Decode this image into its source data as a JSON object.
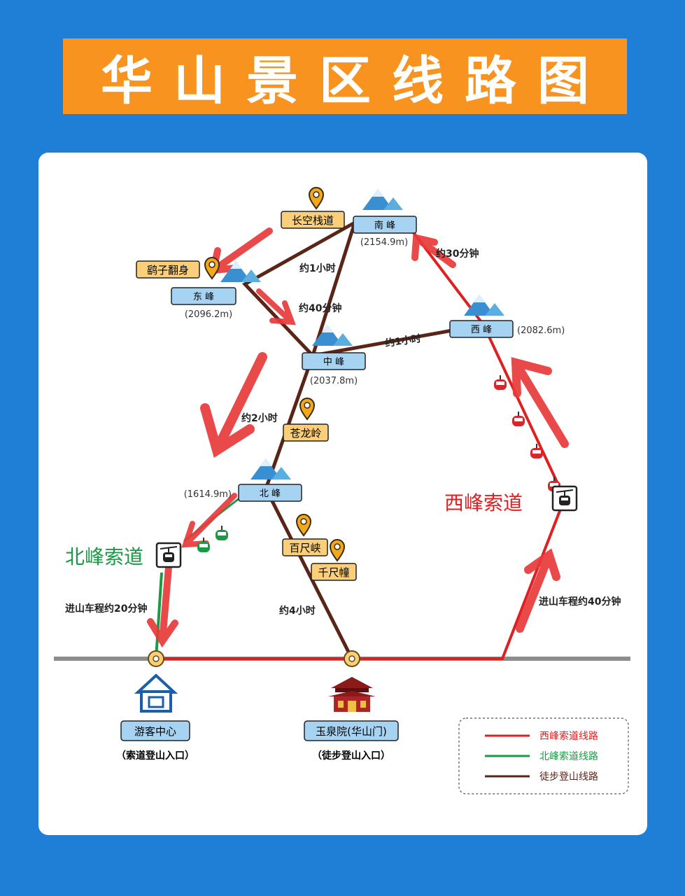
{
  "title": "华山景区线路图",
  "peaks": {
    "south": {
      "name": "南  峰",
      "elevation": "(2154.9m)"
    },
    "east": {
      "name": "东  峰",
      "elevation": "(2096.2m)"
    },
    "middle": {
      "name": "中  峰",
      "elevation": "(2037.8m)"
    },
    "west": {
      "name": "西  峰",
      "elevation": "(2082.6m)"
    },
    "north": {
      "name": "北  峰",
      "elevation": "(1614.9m)"
    }
  },
  "spots": {
    "changkong": "长空栈道",
    "yaozi": "鹞子翻身",
    "canglong": "苍龙岭",
    "baichi": "百尺峡",
    "qianchi": "千尺幢"
  },
  "times": {
    "south_west": "约30分钟",
    "south_east": "约1小时",
    "east_middle": "约40分钟",
    "middle_west": "约1小时",
    "middle_north": "约2小时",
    "north_base": "约4小时",
    "bus_north": "进山车程约20分钟",
    "bus_west": "进山车程约40分钟"
  },
  "cableways": {
    "west": "西峰索道",
    "north": "北峰索道"
  },
  "entrances": {
    "visitor_center": {
      "name": "游客中心",
      "note": "（索道登山入口）"
    },
    "yuquan": {
      "name": "玉泉院(华山门)",
      "note": "（徒步登山入口）"
    }
  },
  "legend": [
    {
      "label": "西峰索道线路",
      "color": "#e02020"
    },
    {
      "label": "北峰索道线路",
      "color": "#1a9a45"
    },
    {
      "label": "徒步登山线路",
      "color": "#5a2416"
    }
  ],
  "colors": {
    "red_route": "#e02020",
    "green_route": "#1a9a45",
    "hike_route": "#5a2416",
    "peak_box": "#a7d3f2",
    "spot_box": "#fbcf7a"
  }
}
